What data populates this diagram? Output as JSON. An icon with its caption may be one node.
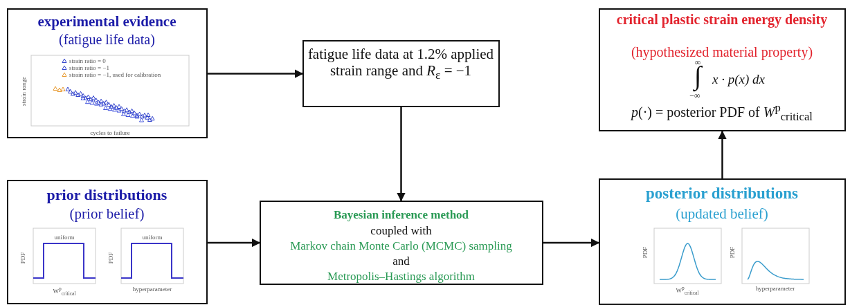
{
  "diagram": {
    "nodes": [
      {
        "text": [
          "experimental evidence",
          "(fatigue life data)"
        ]
      },
      {
        "text": [
          "fatigue life data at 1.2% applied strain range and *R*$_{ε}$ = −1"
        ]
      },
      {
        "text": [
          "critical plastic strain energy density",
          "(hypothesized material property)",
          "∞",
          "∫",
          "x · p(x) dx",
          "−∞",
          "*p*(·) = posterior PDF of *W*$^{p}$$_{critical}$"
        ]
      },
      {
        "text": [
          "prior distributions",
          "(prior belief)"
        ]
      },
      {
        "text": [
          "Bayesian inference method",
          "coupled with",
          "Markov chain Monte Carlo (MCMC) sampling",
          "and",
          "Metropolis–Hastings algorithm"
        ]
      },
      {
        "text": [
          "posterior distributions",
          "(updated belief)"
        ]
      }
    ],
    "edges": [
      {
        "from": 0,
        "to": 1,
        "arrow": "to"
      },
      {
        "from": 1,
        "to": 4,
        "arrow": "to"
      },
      {
        "from": 3,
        "to": 4,
        "arrow": "to"
      },
      {
        "from": 4,
        "to": 5,
        "arrow": "to"
      },
      {
        "from": 5,
        "to": 2,
        "arrow": "to"
      }
    ],
    "labels": [
      "strain ratio = 0",
      "strain ratio = −1",
      "strain ratio = −1, used for calibration",
      "strain range",
      "cycles to failure",
      "uniform",
      "PDF",
      "W$^{p}$$_{critical}$",
      "uniform",
      "PDF",
      "hyperparameter",
      "PDF",
      "W$^{p}$$_{critical}$",
      "PDF",
      "hyperparameter"
    ]
  }
}
